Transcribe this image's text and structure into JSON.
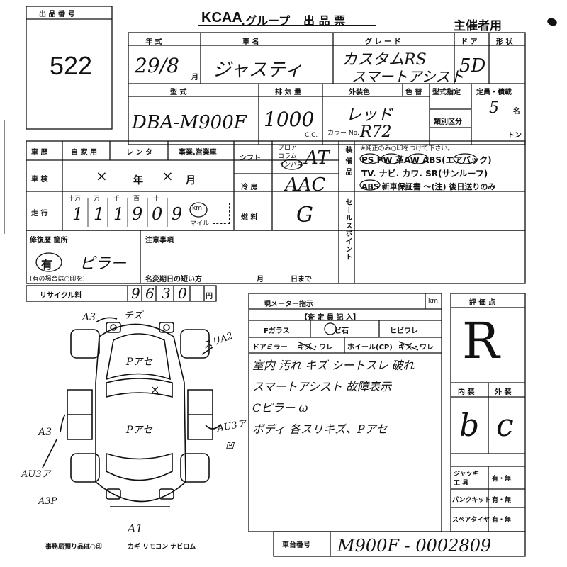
{
  "lot_box": {
    "header": "出 品 番 号",
    "number": "522"
  },
  "title": {
    "brand": "KCAA",
    "group": ".グループ",
    "sheet": "出 品 票",
    "organizer": "主催者用"
  },
  "vehicle": {
    "year_h": "年 式",
    "year": "29/8",
    "year_unit": "月",
    "name_h": "車 名",
    "name": "ジャスティ",
    "grade_h": "グ レ ー ド",
    "grade1": "カスタムRS",
    "grade2": "スマートアシスト",
    "door_h": "ド ア",
    "door": "5D",
    "shape_h": "形 状",
    "model_h": "型 式",
    "model": "DBA-M900F",
    "disp_h": "排 気 量",
    "disp": "1000",
    "disp_unit": "C.C.",
    "ext_color_h": "外装色",
    "ext_color": "レッド",
    "color_code_h": "色 替",
    "color_no_label": "カラー No.",
    "color_no": "R72",
    "designation_h": "型式指定",
    "category_h": "類別区分",
    "capacity_h": "定員・積載",
    "capacity": "5",
    "capacity_unit": "名",
    "ton_unit": "トン"
  },
  "history": {
    "label": "車 歴",
    "private": "自 家 用",
    "rental": "レ ン タ",
    "business": "事業.営業車",
    "shaken_label": "車 検",
    "shaken_mark": "×",
    "shaken_year": "年",
    "shaken_mark2": "×",
    "shaken_month": "月",
    "mileage_label": "走 行",
    "mileage_digits": [
      "1",
      "1",
      "1",
      "9",
      "0",
      "9"
    ],
    "mileage_units": [
      "十万",
      "万",
      "千",
      "百",
      "十",
      "一"
    ],
    "km": "km",
    "mile": "マイル",
    "shift_label": "シフト",
    "shift_opts": [
      "フロア",
      "コラム",
      "インパネ"
    ],
    "shift": "AT",
    "ac_label": "冷 房",
    "ac": "AAC",
    "fuel_label": "燃 料",
    "fuel": "G"
  },
  "equipment": {
    "label": "装 備 品",
    "note": "※純正のみ○印をつけて下さい。",
    "line1": "PS PW 革AW ABS(エアバック)",
    "line2": "TV. ナビ. カワ. SR(サンルーフ)",
    "line3": "ABS 新車保証書 〜(注) 後日送りのみ",
    "sales_point": "セールスポイント"
  },
  "repair": {
    "label": "修復歴 箇所",
    "circle": "有",
    "parts": "ピラー",
    "hint": "(有の場合は○印を)",
    "notes_label": "注意事項",
    "reg_label": "名変期日の短い方",
    "month": "月",
    "day": "日まで"
  },
  "recycle": {
    "label": "リサイクル料",
    "digits": [
      "9",
      "6",
      "3",
      "0"
    ],
    "unit": "円"
  },
  "meter": {
    "label": "現メーター指示",
    "unit": "km"
  },
  "inspector": {
    "header": "【査 定 員 記 入】",
    "glass": "Fガラス",
    "chip": "ビ石",
    "crack": "ヒビワレ",
    "mirror": "ドアミラー",
    "mirror_val": "キズ・ワレ",
    "wheel": "ホイール(CP)",
    "wheel_val": "キズ・ワレ",
    "notes": [
      "室内 汚れ キズ シートスレ 破れ",
      "スマートアシスト 故障表示",
      "Cピラー ω",
      "ボディ 各スリキズ、Pアセ"
    ]
  },
  "score": {
    "label": "評 価 点",
    "value": "R",
    "int_label": "内 装",
    "ext_label": "外 装",
    "int": "b",
    "ext": "c"
  },
  "tools": {
    "jack": "ジャッキ 工 具",
    "puncture": "パンクキット",
    "spare": "スペアタイヤ",
    "opt": "有・無"
  },
  "diagram": {
    "a3_top": "A3",
    "front": "チズ",
    "scratch": "スリA2",
    "paint1": "Pアセ",
    "paint2": "Pアセ",
    "x_mark": "×",
    "a3_left": "A3",
    "au3_left": "AU3ア",
    "a3p": "A3P",
    "au3_right": "AU3ア",
    "right_sub": "凹",
    "a1": "A1"
  },
  "office": {
    "label": "事務局預り品は○印",
    "items": "カギ リモコン ナビロム"
  },
  "chassis": {
    "label": "車台番号",
    "value": "M900F - 0002809"
  }
}
